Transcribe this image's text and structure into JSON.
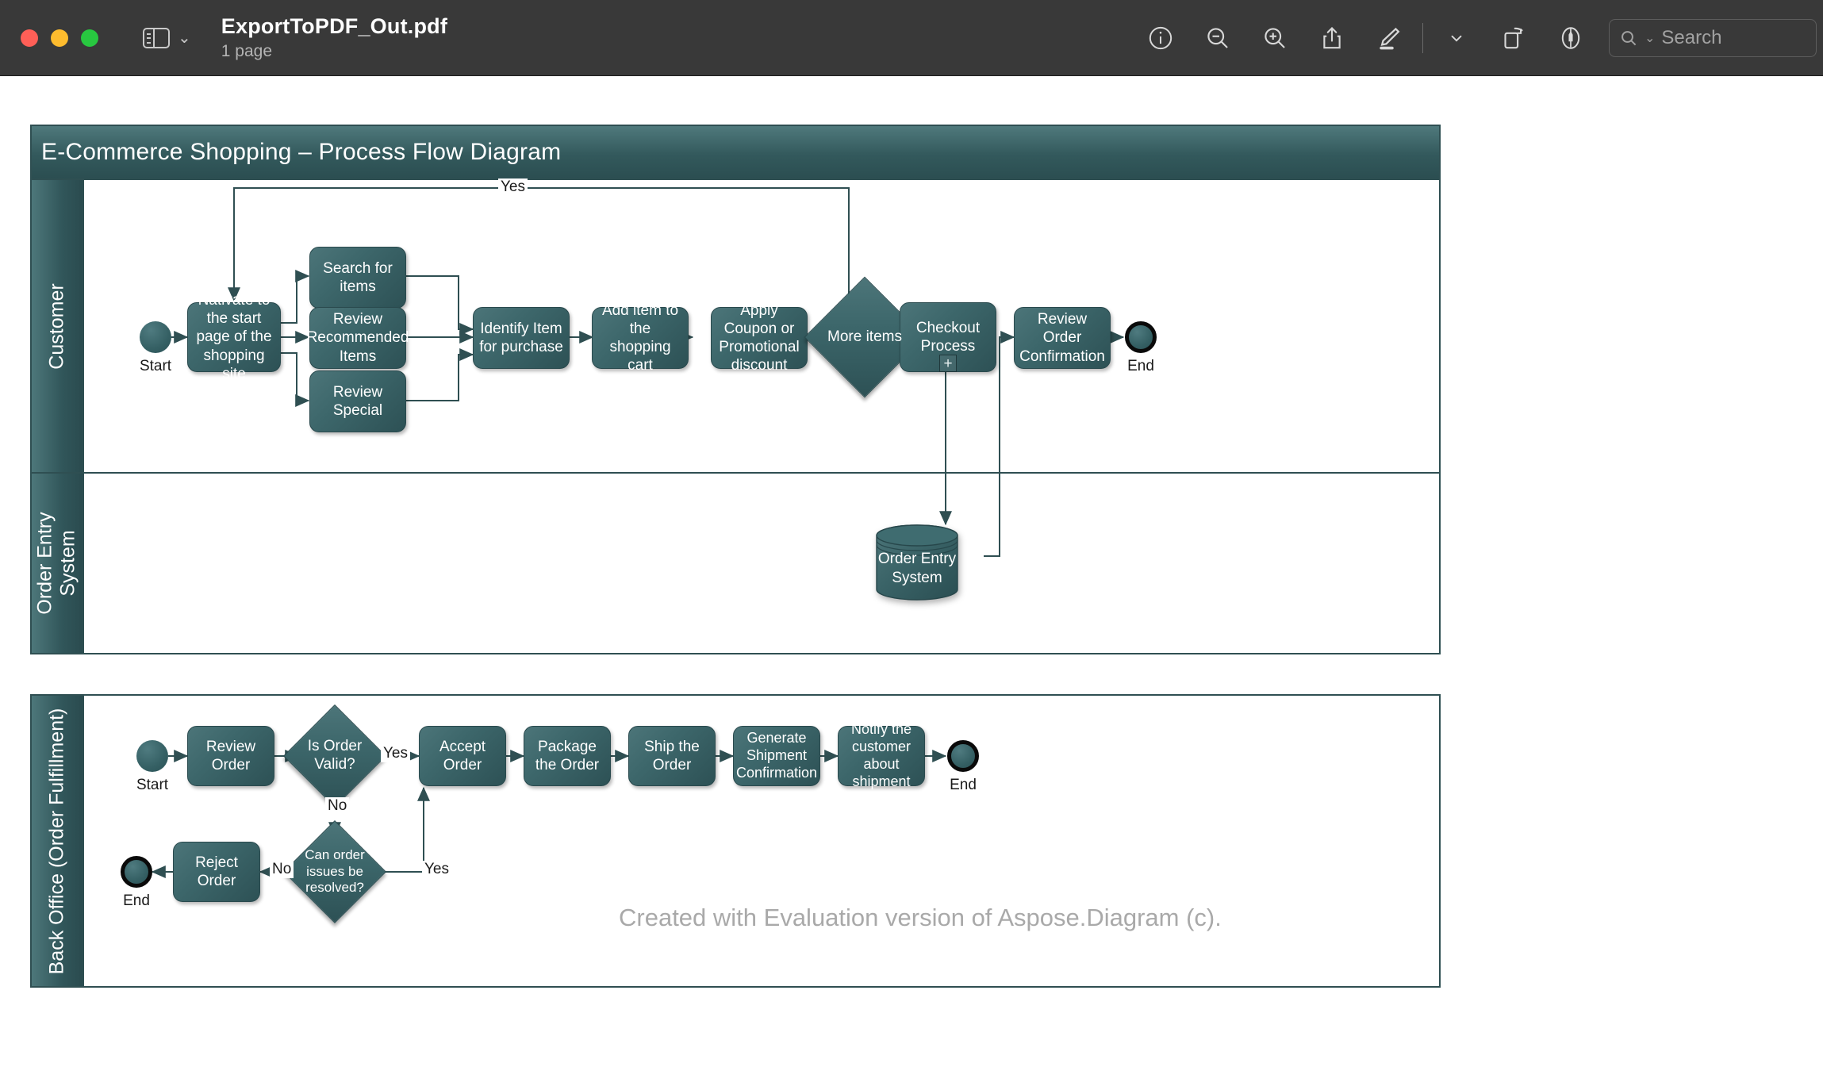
{
  "window": {
    "title": "ExportToPDF_Out.pdf",
    "subtitle": "1 page",
    "traffic_lights": [
      "close",
      "minimize",
      "zoom"
    ],
    "sidebar_toggle": "sidebar-toggle",
    "toolbar": [
      {
        "name": "info-icon",
        "label": "Info"
      },
      {
        "name": "zoom-out-icon",
        "label": "Zoom Out"
      },
      {
        "name": "zoom-in-icon",
        "label": "Zoom In"
      },
      {
        "name": "share-icon",
        "label": "Share"
      },
      {
        "name": "markup-highlight-icon",
        "label": "Highlight"
      },
      {
        "name": "chevron-down-icon",
        "label": "More"
      },
      {
        "name": "rotate-icon",
        "label": "Rotate"
      },
      {
        "name": "annotate-pen-icon",
        "label": "Annotate"
      }
    ],
    "search": {
      "placeholder": "Search",
      "icon": "search-icon"
    }
  },
  "colors": {
    "chrome_bg": "#393939",
    "node_fill_light": "#4c7579",
    "node_fill_dark": "#2d5155",
    "lane_header": "#31565a",
    "stroke": "#2f4f52",
    "watermark": "#a9a9a9"
  },
  "diagram": {
    "title": "E-Commerce Shopping – Process Flow Diagram",
    "watermark": "Created with Evaluation version of Aspose.Diagram (c).",
    "pools": [
      {
        "name": "pool-main",
        "lanes": [
          {
            "name": "lane-customer",
            "label": "Customer"
          },
          {
            "name": "lane-order-entry-system",
            "label": "Order Entry\nSystem",
            "label_line1": "Order Entry",
            "label_line2": "System"
          }
        ]
      },
      {
        "name": "pool-back-office",
        "lanes": [
          {
            "name": "lane-back-office",
            "label": "Back Office (Order Fulfillment)"
          }
        ]
      }
    ],
    "nodes": {
      "customer": {
        "start": "Start",
        "navigate": "Nativate to the start page of the shopping site",
        "search_items": "Search for items",
        "review_recommended": "Review Recommended Items",
        "review_special": "Review Special",
        "identify_item": "Identify Item for purchase",
        "add_to_cart": "Add item to the shopping cart",
        "apply_coupon": "Apply Coupon or Promotional discount",
        "more_items": "More items",
        "checkout": "Checkout Process",
        "checkout_marker": "+",
        "review_confirmation": "Review Order Confirmation",
        "end": "End"
      },
      "order_entry": {
        "database": "Order Entry System",
        "database_line1": "Order Entry",
        "database_line2": "System"
      },
      "back_office": {
        "start": "Start",
        "review_order": "Review Order",
        "is_order_valid": "Is Order Valid?",
        "accept_order": "Accept Order",
        "package_order": "Package the Order",
        "ship_order": "Ship the Order",
        "generate_shipment": "Generate Shipment Confirmation",
        "notify_customer": "Notify the customer about shipment",
        "end": "End",
        "can_resolve": "Can order issues be resolved?",
        "can_resolve_line1": "Can order",
        "can_resolve_line2": "issues be",
        "can_resolve_line3": "resolved?",
        "reject_order": "Reject Order",
        "end_reject": "End"
      }
    },
    "edge_labels": {
      "more_items_yes": "Yes",
      "valid_yes": "Yes",
      "valid_no": "No",
      "resolve_yes": "Yes",
      "resolve_no": "No"
    }
  }
}
